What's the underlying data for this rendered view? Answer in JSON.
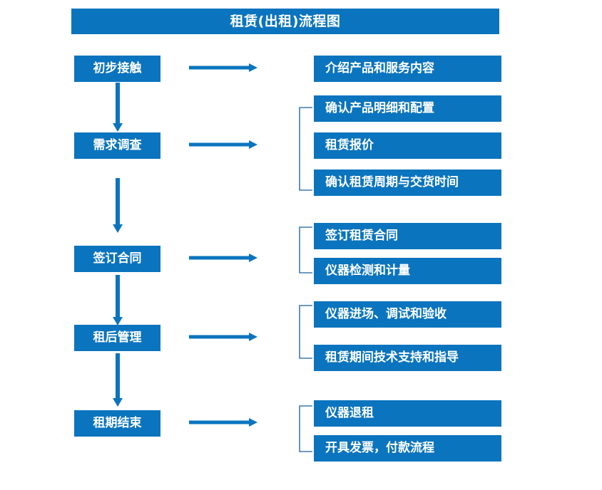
{
  "colors": {
    "brand_blue": "#0B74BE",
    "bracket_blue": "#3E7BAD",
    "arrow_blue": "#0B74BE",
    "text_white": "#FFFFFF",
    "background": "#FFFFFF"
  },
  "title": {
    "text": "租赁(出租)流程图"
  },
  "chart_data": {
    "type": "diagram",
    "diagram_kind": "flowchart",
    "orientation": "vertical-stages-with-horizontal-details",
    "title": "租赁(出租)流程图",
    "stages": [
      {
        "id": "stage-1",
        "label": "初步接触",
        "details": [
          "介绍产品和服务内容"
        ],
        "has_bracket": false,
        "arrow_to_details": true,
        "arrow_to_next_stage": true
      },
      {
        "id": "stage-2",
        "label": "需求调查",
        "details": [
          "确认产品明细和配置",
          "租赁报价",
          "确认租赁周期与交货时间"
        ],
        "has_bracket": true,
        "arrow_to_details": true,
        "arrow_to_next_stage": true
      },
      {
        "id": "stage-3",
        "label": "签订合同",
        "details": [
          "签订租赁合同",
          "仪器检测和计量"
        ],
        "has_bracket": true,
        "arrow_to_details": true,
        "arrow_to_next_stage": true
      },
      {
        "id": "stage-4",
        "label": "租后管理",
        "details": [
          "仪器进场、调试和验收",
          "租赁期间技术支持和指导"
        ],
        "has_bracket": true,
        "arrow_to_details": true,
        "arrow_to_next_stage": true
      },
      {
        "id": "stage-5",
        "label": "租期结束",
        "details": [
          "仪器退租",
          "开具发票，付款流程"
        ],
        "has_bracket": true,
        "arrow_to_details": true,
        "arrow_to_next_stage": false
      }
    ]
  },
  "nodes": {
    "stage_1": "初步接触",
    "stage_2": "需求调查",
    "stage_3": "签订合同",
    "stage_4": "租后管理",
    "stage_5": "租期结束",
    "detail_1_1": "介绍产品和服务内容",
    "detail_2_1": "确认产品明细和配置",
    "detail_2_2": "租赁报价",
    "detail_2_3": "确认租赁周期与交货时间",
    "detail_3_1": "签订租赁合同",
    "detail_3_2": "仪器检测和计量",
    "detail_4_1": "仪器进场、调试和验收",
    "detail_4_2": "租赁期间技术支持和指导",
    "detail_5_1": "仪器退租",
    "detail_5_2": "开具发票，付款流程"
  }
}
